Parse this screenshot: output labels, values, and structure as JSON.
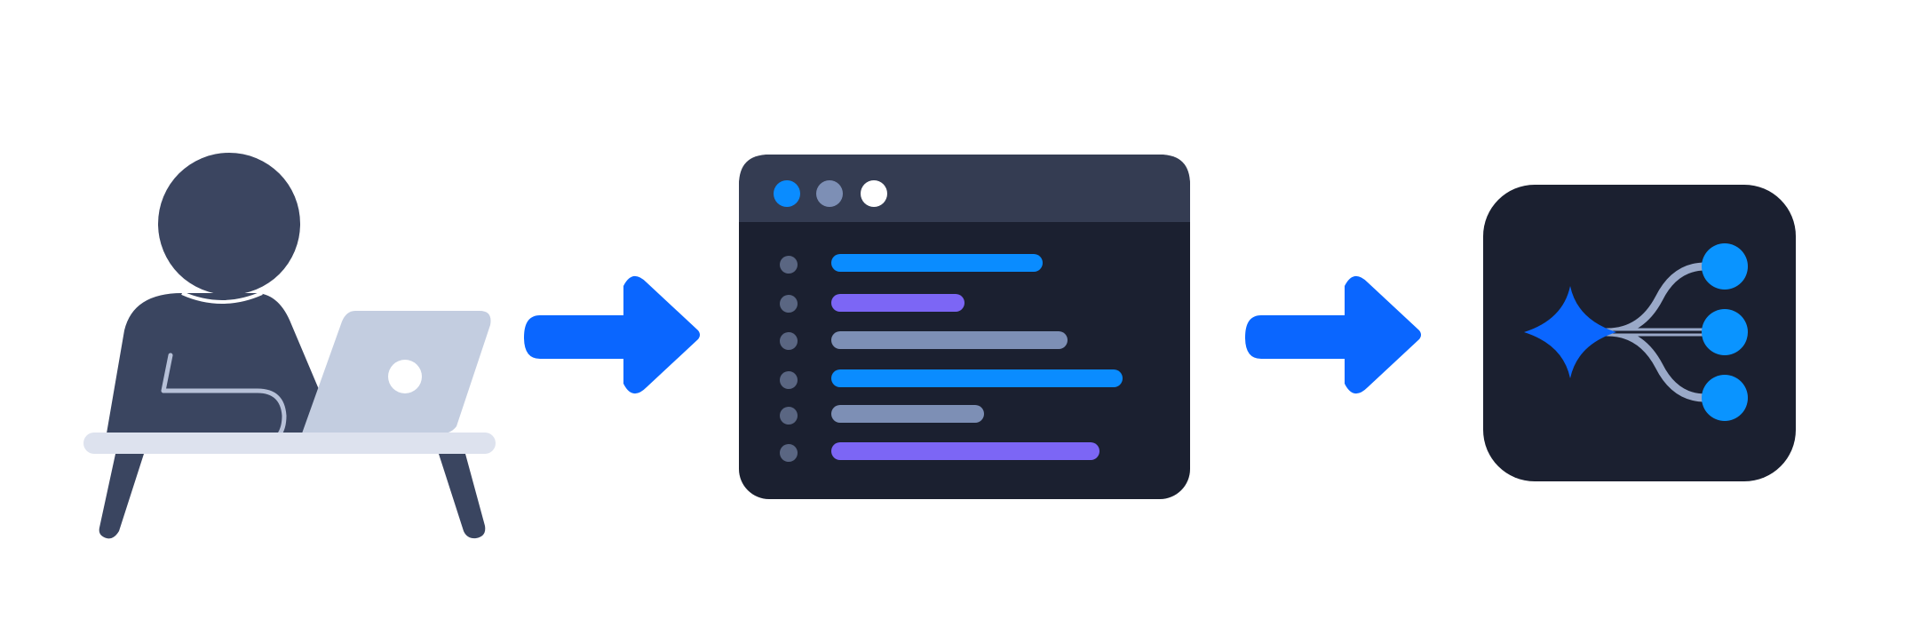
{
  "diagram": {
    "stages": [
      {
        "id": "user",
        "icon": "person-at-laptop-icon"
      },
      {
        "id": "editor",
        "icon": "code-editor-window-icon"
      },
      {
        "id": "ai",
        "icon": "ai-sparkle-branching-icon"
      }
    ],
    "arrows": [
      {
        "from": "user",
        "to": "editor",
        "icon": "arrow-right-icon"
      },
      {
        "from": "editor",
        "to": "ai",
        "icon": "arrow-right-icon"
      }
    ],
    "window_dots": [
      "blue",
      "gray",
      "white"
    ],
    "code_lines": [
      {
        "color": "blue"
      },
      {
        "color": "purple"
      },
      {
        "color": "gray"
      },
      {
        "color": "blue"
      },
      {
        "color": "gray"
      },
      {
        "color": "purple"
      }
    ],
    "branch_nodes": 3
  },
  "colors": {
    "arrow": "#0a66ff",
    "person": "#3a4560",
    "laptop": "#c3cde0",
    "desk": "#dde2ee",
    "window_titlebar": "#343c52",
    "window_body": "#1b2030",
    "line_blue": "#0a8cff",
    "line_purple": "#7c66f5",
    "line_gray": "#7d8fb5",
    "dot_gray": "#5a6682",
    "sparkle": "#0a66ff",
    "node": "#0a94ff",
    "connector": "#9aa9c8"
  }
}
